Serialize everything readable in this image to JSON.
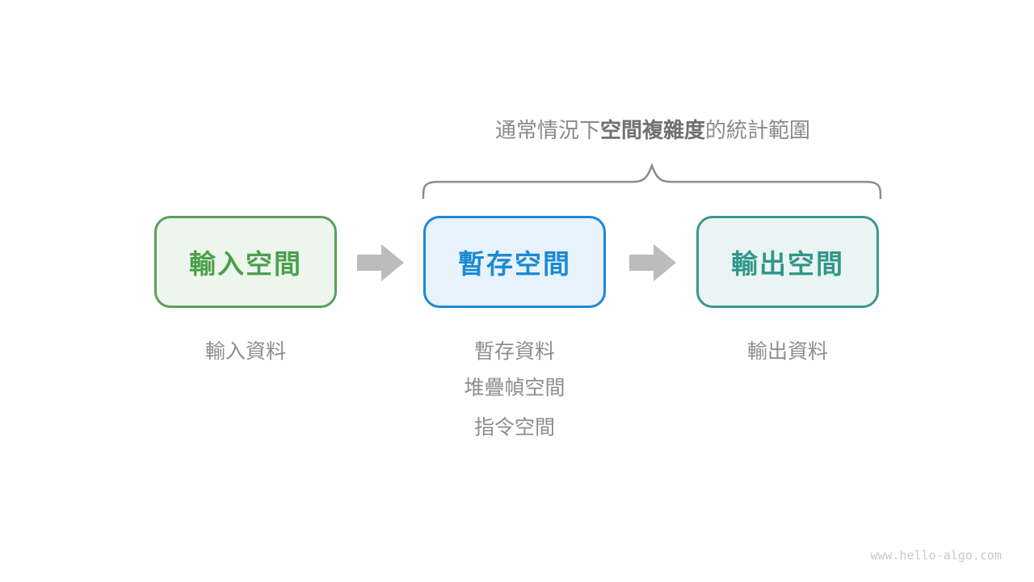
{
  "title": {
    "prefix": "通常情況下",
    "emphasis": "空間複雜度",
    "suffix": "的統計範圍"
  },
  "boxes": [
    {
      "id": "input",
      "label": "輸入空間",
      "text_color": "#4aa04c",
      "border_color": "#58a058",
      "background": "#edf6ed"
    },
    {
      "id": "buffer",
      "label": "暫存空間",
      "text_color": "#1b8ad4",
      "border_color": "#1b8ad4",
      "background": "#e8f2fb"
    },
    {
      "id": "output",
      "label": "輸出空間",
      "text_color": "#31978a",
      "border_color": "#3b998c",
      "background": "#eaf5f3"
    }
  ],
  "annotations": {
    "input": [
      "輸入資料"
    ],
    "buffer": [
      "暫存資料",
      "堆疊幀空間",
      "指令空間"
    ],
    "output": [
      "輸出資料"
    ]
  },
  "icons": {
    "arrow_right": "gray-block-arrow-right",
    "brace": "curly-brace-opening-down"
  },
  "colors": {
    "title_gray": "#8a8a8a",
    "title_bold_gray": "#707070",
    "note_gray": "#8e8e8e",
    "arrow_gray": "#bcbcbc",
    "brace_gray": "#8c8c8c",
    "watermark_gray": "#c8c8c8"
  },
  "watermark": "www.hello-algo.com"
}
